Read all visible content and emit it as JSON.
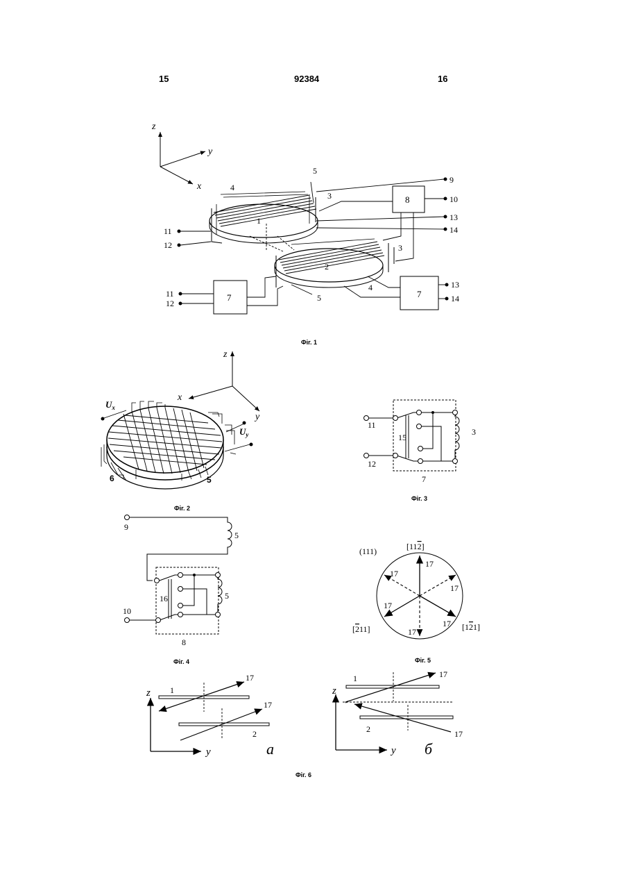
{
  "header": {
    "left_page": "15",
    "patent_number": "92384",
    "right_page": "16"
  },
  "captions": {
    "fig1": "Фіг. 1",
    "fig2": "Фіг. 2",
    "fig3": "Фіг. 3",
    "fig4": "Фіг. 4",
    "fig5": "Фіг. 5",
    "fig6": "Фіг. 6"
  },
  "fig1": {
    "axes": {
      "z": "z",
      "y": "y",
      "x": "x"
    },
    "labels": {
      "n1": "1",
      "n2": "2",
      "n3a": "3",
      "n3b": "3",
      "n4a": "4",
      "n4b": "4",
      "n5a": "5",
      "n5b": "5",
      "n8": "8",
      "n7a": "7",
      "n7b": "7",
      "t9": "9",
      "t10": "10",
      "t11a": "11",
      "t12a": "12",
      "t13a": "13",
      "t14a": "14",
      "t11b": "11",
      "t12b": "12",
      "t13b": "13",
      "t14b": "14"
    }
  },
  "fig2": {
    "axes": {
      "z": "z",
      "x": "x",
      "y": "y"
    },
    "ux": "U",
    "ux_sub": "x",
    "uy": "U",
    "uy_sub": "y",
    "n6": "6",
    "n5": "5"
  },
  "fig3": {
    "t11": "11",
    "t12": "12",
    "n15": "15",
    "n3": "3",
    "n7": "7"
  },
  "fig4": {
    "t9": "9",
    "t10": "10",
    "n5a": "5",
    "n5b": "5",
    "n16": "16",
    "n8": "8"
  },
  "fig5": {
    "plane": "(111)",
    "dir_top": "[11",
    "dir_top_bar": "2",
    "dir_left_bar": "2",
    "dir_left": "11]",
    "dir_right_a": "[1",
    "dir_right_bar": "2",
    "dir_right_b": "1]",
    "n17a": "17",
    "n17b": "17",
    "n17c": "17",
    "n17d": "17",
    "n17e": "17",
    "n17f": "17"
  },
  "fig6": {
    "a": {
      "z": "z",
      "y": "y",
      "n1": "1",
      "n2": "2",
      "n17a": "17",
      "n17b": "17",
      "letter": "а"
    },
    "b": {
      "z": "z",
      "y": "y",
      "n1": "1",
      "n2": "2",
      "n17a": "17",
      "n17b": "17",
      "letter": "б"
    }
  }
}
